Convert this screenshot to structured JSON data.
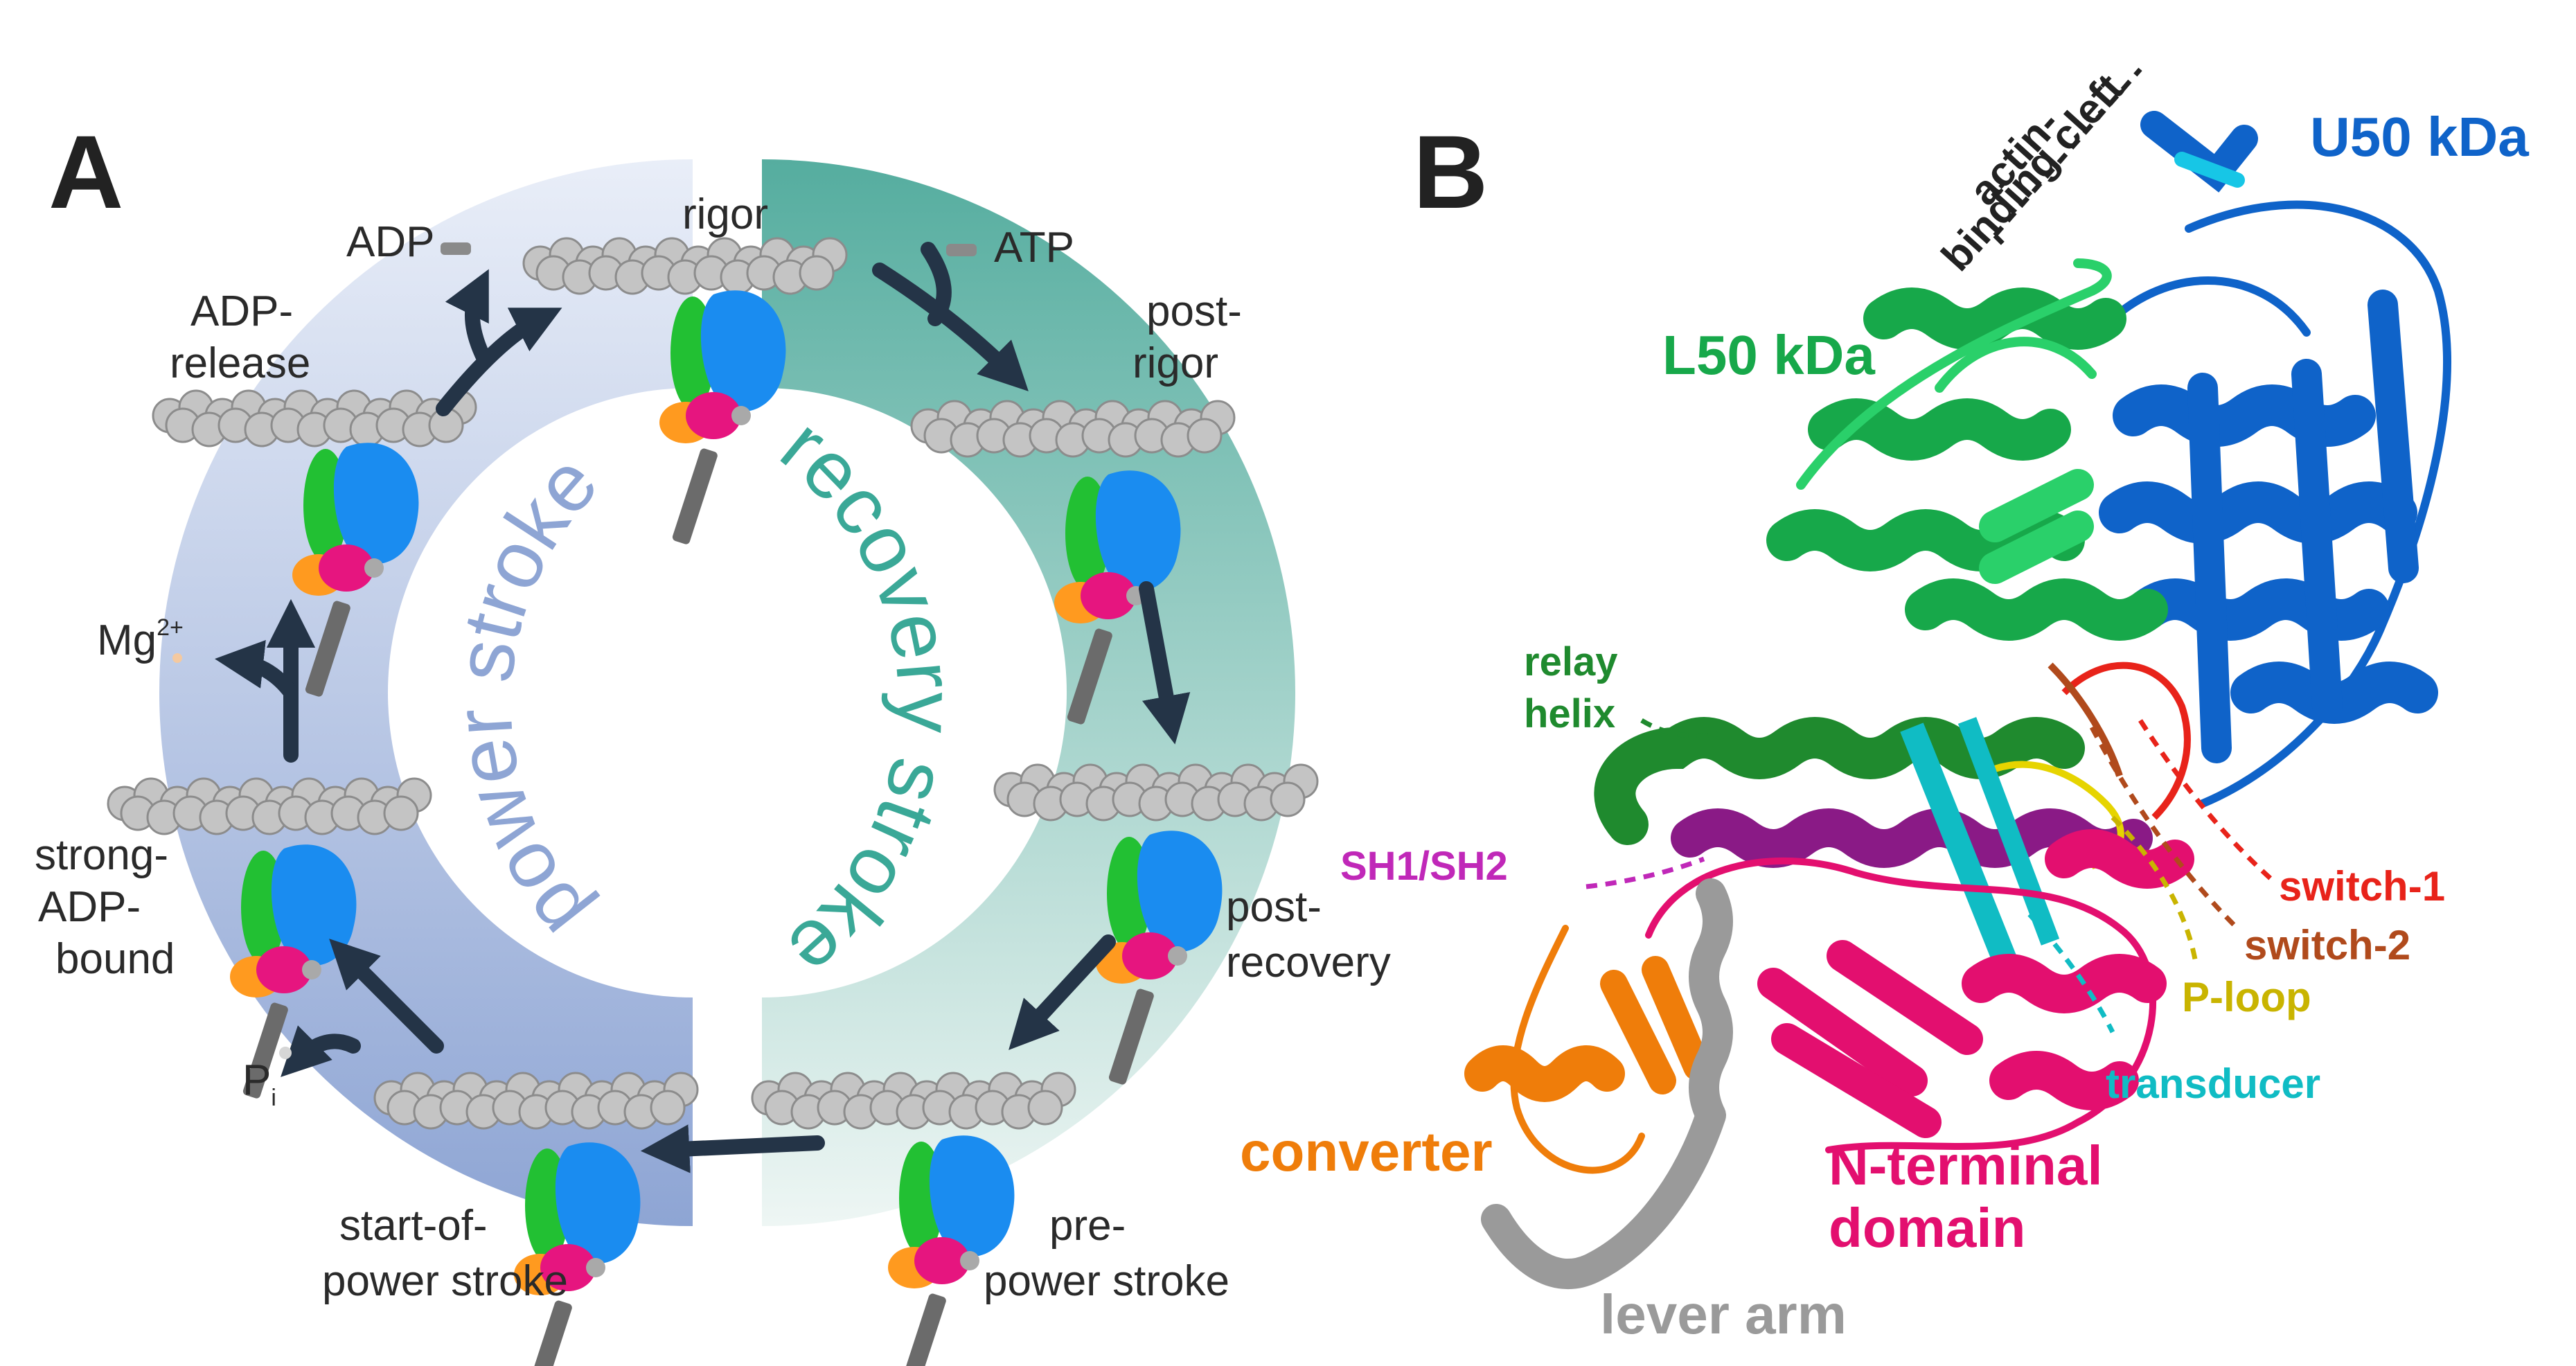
{
  "panels": {
    "a": "A",
    "b": "B"
  },
  "cycle": {
    "arc_power": "power stroke",
    "arc_recovery": "recovery stroke",
    "states": {
      "rigor": "rigor",
      "post_rigor_1": "post-",
      "post_rigor_2": "rigor",
      "post_recovery_1": "post-",
      "post_recovery_2": "recovery",
      "pre_power_1": "pre-",
      "pre_power_2": "power stroke",
      "start_power_1": "start-of-",
      "start_power_2": "power stroke",
      "strong_adp_1": "strong-",
      "strong_adp_2": "ADP-",
      "strong_adp_3": "bound",
      "adp_release_1": "ADP-",
      "adp_release_2": "release"
    },
    "ligands": {
      "adp": "ADP",
      "atp": "ATP",
      "mg": "Mg",
      "mg_sup": "2+",
      "pi": "P",
      "pi_sub": "i"
    },
    "colors": {
      "power_arc": "#9fb4dc",
      "recovery_arc": "#5fb3a6",
      "arrow": "#243447",
      "actin": "#b8b8b8",
      "l50": "#22c033",
      "u50": "#1a8cf0",
      "nterm": "#e6157f",
      "converter": "#ff9a1f",
      "lever": "#6b6b6b"
    }
  },
  "structure": {
    "labels": {
      "actin_cleft_1": "actin-",
      "actin_cleft_2": "binding cleft",
      "u50": "U50 kDa",
      "l50": "L50 kDa",
      "relay_1": "relay",
      "relay_2": "helix",
      "sh1sh2": "SH1/SH2",
      "switch1": "switch-1",
      "switch2": "switch-2",
      "ploop": "P-loop",
      "transducer": "transducer",
      "converter": "converter",
      "nterm_1": "N-terminal",
      "nterm_2": "domain",
      "lever": "lever arm"
    },
    "colors": {
      "u50": "#0f63c9",
      "l50": "#17a84a",
      "relay": "#1f8a2e",
      "sh1sh2": "#c028b8",
      "switch1": "#e8231a",
      "switch2": "#b04a1c",
      "ploop": "#c9b400",
      "transducer": "#10bcc4",
      "converter": "#ef7d0a",
      "nterm": "#e30f6f",
      "lever": "#9a9a9a",
      "purple_helix": "#8a1a86"
    }
  }
}
